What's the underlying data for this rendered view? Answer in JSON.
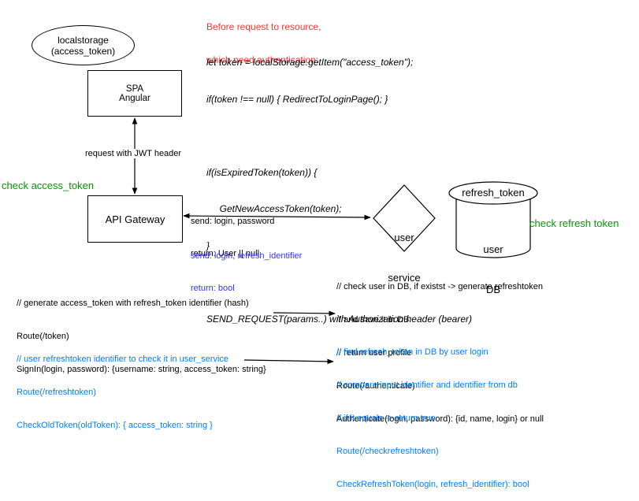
{
  "colors": {
    "note_red": "#ff3333",
    "check_green": "#009900",
    "info_blue": "#3333ff",
    "code_blue": "#007fff",
    "text_black": "#000000"
  },
  "nodes": {
    "localstorage": {
      "line1": "localstorage",
      "line2": "(access_token)"
    },
    "spa": {
      "line1": "SPA",
      "line2": "Angular"
    },
    "api_gateway": {
      "label": "API Gateway"
    },
    "user_service": {
      "line1": "user",
      "line2": "service"
    },
    "user_db": {
      "top_label": "refresh_token",
      "line1": "user",
      "line2": "DB"
    }
  },
  "top_note": {
    "header": [
      "Before request to resource,",
      "which need authentication:"
    ],
    "code": [
      "let token = localStorage.getItem(\"access_token\");",
      "if(token !== null) { RedirectToLoginPage(); }",
      "",
      "if(isExpiredToken(token)) {",
      "     GetNewAccessToken(token);",
      "}",
      "",
      "SEND_REQUEST(params..) with Authorization header (bearer)"
    ]
  },
  "edge_labels": {
    "spa_gateway": "request with JWT header",
    "gateway_send": [
      "send: login, password",
      "return: User || null"
    ],
    "gateway_refresh": [
      "send: login, refresh_identifier",
      "return: bool"
    ]
  },
  "checks": {
    "access_token": "check access_token",
    "refresh_token": "check refresh token"
  },
  "left_signin": [
    "// generate access_token with refresh_token identifier (hash)",
    "Route(/token)",
    "SignIn(login, password): {username: string, access_token: string}"
  ],
  "left_refresh": [
    "// user refreshtoken identifier to check it in user_service",
    "Route(/refreshtoken)",
    "CheckOldToken(oldToken): { access_token: string }"
  ],
  "right_auth": [
    "// check user in DB, if existst -> generate refreshtoken",
    "// and save it in DB",
    "// return user profile",
    "Route(/authenticate)",
    "Authenticate(login, password): {id, name, login} or null"
  ],
  "right_check": [
    "// find refresh_token in DB by user login",
    "// compare input identifier and identifier from db",
    "// if it equals -> return true",
    "Route(/checkrefreshtoken)",
    "CheckRefreshToken(login, refresh_identifier): bool"
  ]
}
